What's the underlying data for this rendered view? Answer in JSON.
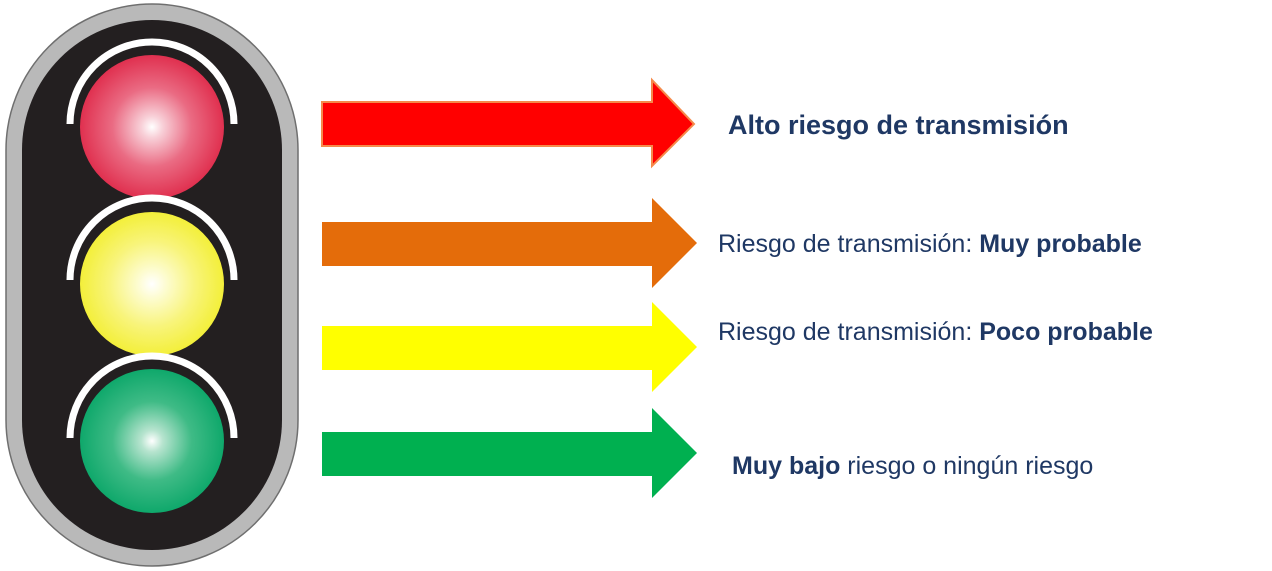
{
  "colors": {
    "housing_outer": "#b9b9b9",
    "housing_inner": "#231f20",
    "lamp_red": "#e0304f",
    "lamp_yellow": "#f3ef3a",
    "lamp_green": "#0fa86b",
    "arrow_red": "#ff0000",
    "arrow_orange": "#e46c0a",
    "arrow_yellow": "#ffff00",
    "arrow_green": "#00b050",
    "text": "#1f3864"
  },
  "traffic_light": {
    "lamps": [
      {
        "name": "red-lamp",
        "icon": "red-light-icon"
      },
      {
        "name": "yellow-lamp",
        "icon": "yellow-light-icon"
      },
      {
        "name": "green-lamp",
        "icon": "green-light-icon"
      }
    ]
  },
  "levels": [
    {
      "color": "red",
      "text_bold": "Alto riesgo de transmisión",
      "text_regular": ""
    },
    {
      "color": "orange",
      "text_regular": "Riesgo de transmisión: ",
      "text_bold": "Muy probable"
    },
    {
      "color": "yellow",
      "text_regular": "Riesgo de transmisión: ",
      "text_bold": "Poco probable"
    },
    {
      "color": "green",
      "text_bold": "Muy bajo",
      "text_regular": " riesgo o ningún riesgo"
    }
  ]
}
